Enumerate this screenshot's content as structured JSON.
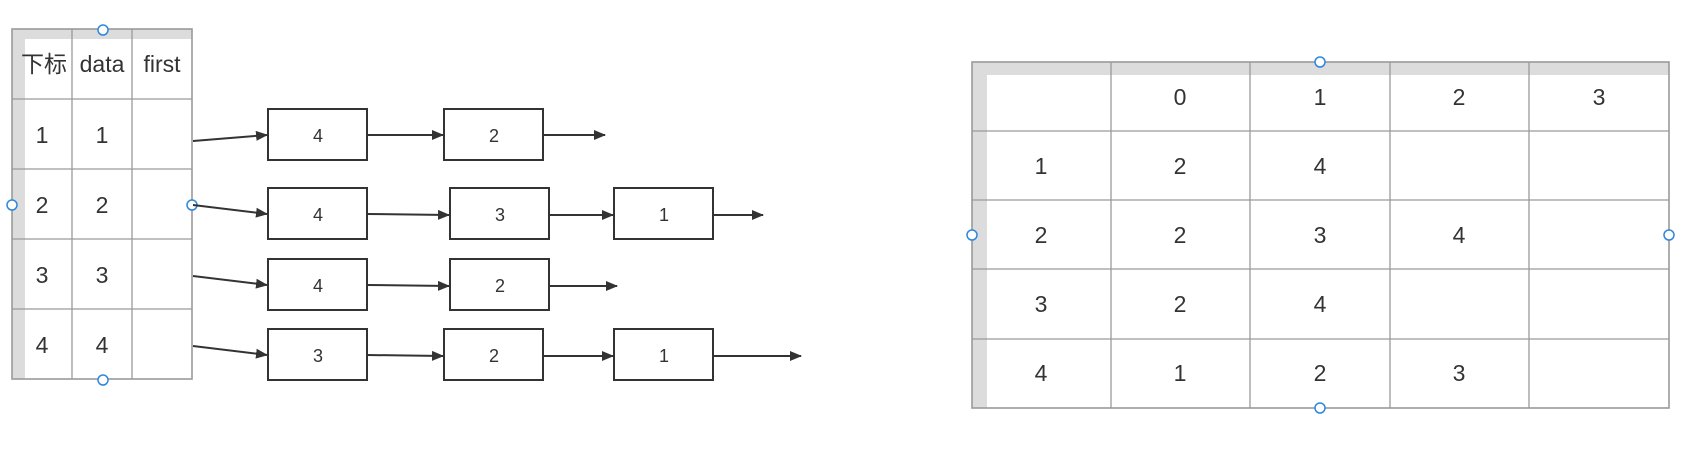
{
  "vertex_table": {
    "headers": [
      "下标",
      "data",
      "first"
    ],
    "rows": [
      {
        "index": "1",
        "data": "1",
        "first": ""
      },
      {
        "index": "2",
        "data": "2",
        "first": ""
      },
      {
        "index": "3",
        "data": "3",
        "first": ""
      },
      {
        "index": "4",
        "data": "4",
        "first": ""
      }
    ]
  },
  "edge_lists": [
    [
      "4",
      "2"
    ],
    [
      "4",
      "3",
      "1"
    ],
    [
      "4",
      "2"
    ],
    [
      "3",
      "2",
      "1"
    ]
  ],
  "matrix_table": {
    "headers": [
      "",
      "0",
      "1",
      "2",
      "3"
    ],
    "rows": [
      [
        "1",
        "2",
        "4",
        "",
        ""
      ],
      [
        "2",
        "2",
        "3",
        "4",
        ""
      ],
      [
        "3",
        "2",
        "4",
        "",
        ""
      ],
      [
        "4",
        "1",
        "2",
        "3",
        ""
      ]
    ]
  },
  "colors": {
    "grid": "#9a9a9a",
    "header_strip": "#dcdcdc",
    "node_stroke": "#333333",
    "handle": "#2e86de"
  }
}
